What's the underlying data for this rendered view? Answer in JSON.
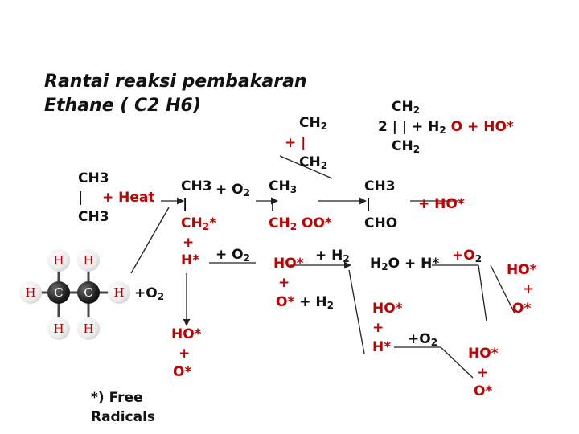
{
  "title": {
    "line1": "Rantai reaksi pembakaran",
    "line2": "Ethane ( C2 H6)"
  },
  "ethane": {
    "ch3_top": "CH3",
    "bond": "|",
    "heat": "+ Heat",
    "ch3_bottom": "CH3"
  },
  "molecule": {
    "hydrogen_label": "H",
    "carbon_label": "C",
    "plus_o2": "+O",
    "o2_sub": "2"
  },
  "step1": {
    "ch3": "CH3",
    "plus_o2": "+ O",
    "o2_sub": "2",
    "bond": "|",
    "ch2": "CH",
    "ch2_sub": "2",
    "star": "*",
    "plus": "+",
    "h_star": "H*"
  },
  "step1b": {
    "plus_o2": "+ O",
    "o2_sub": "2"
  },
  "radicals_left": {
    "ho": "HO*",
    "plus": "+",
    "o": "O*"
  },
  "step2": {
    "ch3": "CH",
    "ch3_sub": "3",
    "bond": "|",
    "ch2": "CH",
    "ch2_sub": "2",
    "oo": " OO*"
  },
  "step2b": {
    "ho": "HO*",
    "plus_h2": "+ H",
    "h2_sub": "2",
    "plus": "+",
    "o": "O*",
    "plus_h2_b": " + H",
    "h2b_sub": "2"
  },
  "ethylene_mid": {
    "ch2": "CH",
    "ch2_sub": "2",
    "plus": "+ |",
    "ch2b": "CH",
    "ch2b_sub": "2"
  },
  "ethylene_right": {
    "ch2": "CH",
    "ch2_sub": "2",
    "pre": "2 | | + H",
    "h2_sub": "2",
    "post": " O + HO*",
    "ch2b": "CH",
    "ch2b_sub": "2"
  },
  "step3": {
    "ch3": "CH3",
    "bond": "|",
    "cho": "CHO",
    "plus_ho": "+  HO*"
  },
  "step3b": {
    "h2o": "H",
    "h2o_sub": "2",
    "h2o_rest": "O + H*",
    "plus_o2": "+O",
    "o2_sub": "2"
  },
  "radicals_mid": {
    "ho": "HO*",
    "plus": "+",
    "h": "H*",
    "plus_o2": "+O",
    "o2_sub": "2"
  },
  "radicals_right": {
    "ho": "HO*",
    "plus": "+",
    "o": "O*"
  },
  "radicals_bottom": {
    "ho": "HO*",
    "plus": "+",
    "o": "O*"
  },
  "footnote": {
    "line1": "*) Free",
    "line2": "Radicals"
  }
}
